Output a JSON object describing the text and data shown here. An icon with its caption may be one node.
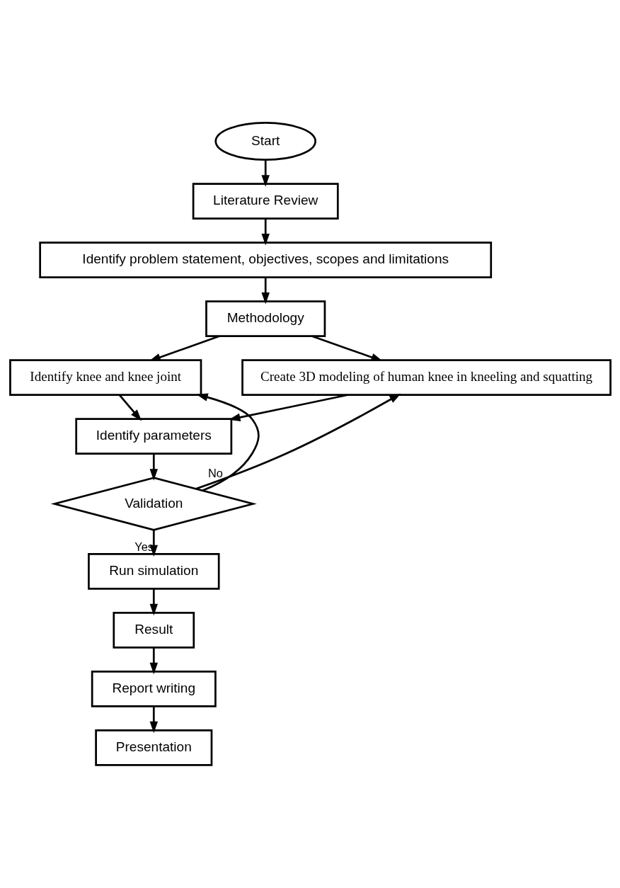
{
  "diagram": {
    "nodes": [
      {
        "text": [
          "Start"
        ]
      },
      {
        "text": [
          "Literature Review"
        ]
      },
      {
        "text": [
          "Identify problem statement, objectives, scopes and limitations"
        ]
      },
      {
        "text": [
          "Methodology"
        ]
      },
      {
        "text": [
          "Identify knee and knee joint"
        ]
      },
      {
        "text": [
          "Create 3D modeling of human knee in kneeling and squatting"
        ]
      },
      {
        "text": [
          "Identify parameters"
        ]
      },
      {
        "text": [
          "Validation"
        ]
      },
      {
        "text": [
          "Run simulation"
        ]
      },
      {
        "text": [
          "Result"
        ]
      },
      {
        "text": [
          "Report writing"
        ]
      },
      {
        "text": [
          "Presentation"
        ]
      }
    ],
    "edges": [
      {
        "from": 0,
        "to": 1,
        "arrow": "to"
      },
      {
        "from": 1,
        "to": 2,
        "arrow": "to"
      },
      {
        "from": 2,
        "to": 3,
        "arrow": "to"
      },
      {
        "from": 3,
        "to": 4,
        "arrow": "to"
      },
      {
        "from": 3,
        "to": 5,
        "arrow": "to"
      },
      {
        "from": 4,
        "to": 6,
        "arrow": "to"
      },
      {
        "from": 5,
        "to": 6,
        "arrow": "to"
      },
      {
        "from": 6,
        "to": 7,
        "arrow": "to"
      },
      {
        "from": 7,
        "to": 4,
        "arrow": "to",
        "label": "No"
      },
      {
        "from": 7,
        "to": 5,
        "arrow": "to"
      },
      {
        "from": 7,
        "to": 8,
        "arrow": "to",
        "label": "Yes"
      },
      {
        "from": 8,
        "to": 9,
        "arrow": "to"
      },
      {
        "from": 9,
        "to": 10,
        "arrow": "to"
      },
      {
        "from": 10,
        "to": 11,
        "arrow": "to"
      }
    ]
  }
}
